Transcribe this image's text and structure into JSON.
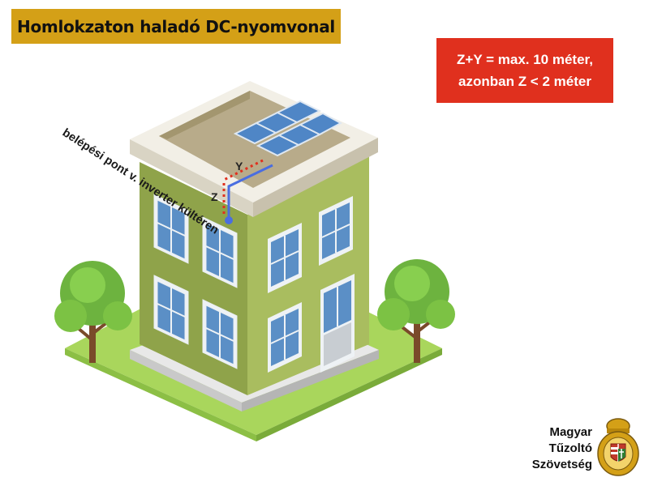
{
  "title": "Homlokzaton haladó DC-nyomvonal",
  "note": {
    "line1": "Z+Y = max. 10 méter,",
    "line2": "azonban Z < 2 méter"
  },
  "labels": {
    "entry_point": "belépési pont v. inverter kültéren",
    "y": "Y",
    "z": "Z"
  },
  "organization": {
    "line1": "Magyar",
    "line2": "Tűzoltó",
    "line3": "Szövetség"
  },
  "colors": {
    "banner": "#d4a017",
    "note_bg": "#e0301e",
    "dc_route": "#4a6ee0",
    "limit_dotted": "#e0301e",
    "facade": "#a3b85a",
    "lawn": "#a9d65c"
  }
}
